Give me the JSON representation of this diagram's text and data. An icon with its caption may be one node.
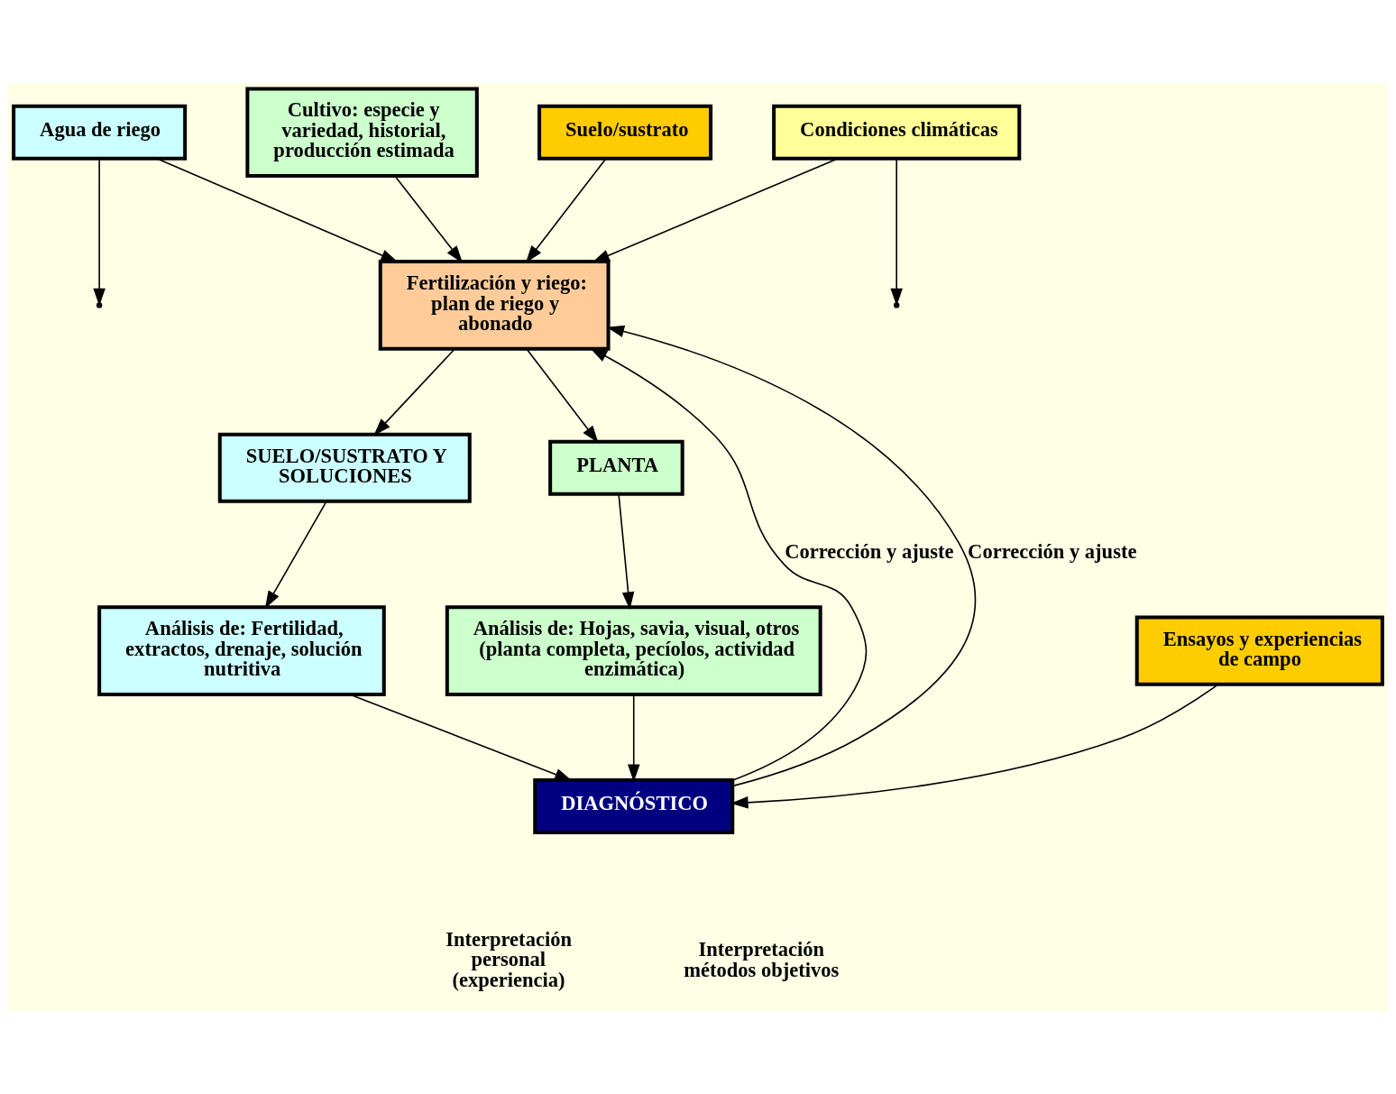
{
  "diagram": {
    "nodes": [
      {
        "text": [
          "Agua de riego"
        ]
      },
      {
        "text": [
          "Cultivo: especie y variedad, historial, producción estimada"
        ]
      },
      {
        "text": [
          "Suelo/sustrato"
        ]
      },
      {
        "text": [
          "Condiciones climáticas"
        ]
      },
      {
        "text": [
          "Fertilización y riego: plan de riego y abonado"
        ]
      },
      {
        "text": [
          "SUELO/SUSTRATO Y SOLUCIONES"
        ]
      },
      {
        "text": [
          "PLANTA"
        ]
      },
      {
        "text": [
          "Análisis de: Fertilidad, extractos, drenaje, solución nutritiva"
        ]
      },
      {
        "text": [
          "Análisis de: Hojas, savia, visual, otros (planta completa, pecíolos, actividad enzimática)"
        ]
      },
      {
        "text": [
          "DIAGNÓSTICO"
        ]
      },
      {
        "text": [
          "Ensayos y experiencias de campo"
        ]
      }
    ],
    "edges": [
      {
        "from": 0,
        "to": null,
        "arrow": "to"
      },
      {
        "from": 0,
        "to": 4,
        "arrow": "to"
      },
      {
        "from": 1,
        "to": 4,
        "arrow": "to"
      },
      {
        "from": 2,
        "to": 4,
        "arrow": "to"
      },
      {
        "from": 3,
        "to": 4,
        "arrow": "to"
      },
      {
        "from": 3,
        "to": null,
        "arrow": "to"
      },
      {
        "from": 9,
        "to": 4,
        "arrow": "to",
        "label": "Corrección y ajuste"
      },
      {
        "from": 9,
        "to": 4,
        "arrow": "to",
        "label": "Corrección y ajuste"
      },
      {
        "from": 4,
        "to": 5,
        "arrow": "to"
      },
      {
        "from": 4,
        "to": 6,
        "arrow": "to"
      },
      {
        "from": 5,
        "to": 7,
        "arrow": "to"
      },
      {
        "from": 6,
        "to": 8,
        "arrow": "to"
      },
      {
        "from": 7,
        "to": 9,
        "arrow": "to"
      },
      {
        "from": 8,
        "to": 9,
        "arrow": "to"
      },
      {
        "from": 10,
        "to": 9,
        "arrow": "to"
      }
    ],
    "labels": [
      "Interpretación personal (experiencia)",
      "Interpretación métodos objetivos"
    ]
  }
}
